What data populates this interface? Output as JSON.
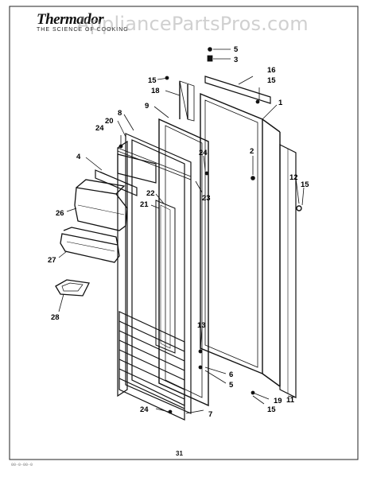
{
  "header": {
    "brand": "Thermador",
    "tagline": "THE SCIENCE OF COOKING",
    "watermark": "AppliancePartsPros.com"
  },
  "page_number": "31",
  "footer_code": "00-0-00-0",
  "callouts": [
    {
      "id": "5a",
      "text": "5"
    },
    {
      "id": "3",
      "text": "3"
    },
    {
      "id": "16",
      "text": "16"
    },
    {
      "id": "15a",
      "text": "15"
    },
    {
      "id": "15b",
      "text": "15"
    },
    {
      "id": "18",
      "text": "18"
    },
    {
      "id": "1",
      "text": "1"
    },
    {
      "id": "9",
      "text": "9"
    },
    {
      "id": "8",
      "text": "8"
    },
    {
      "id": "20",
      "text": "20"
    },
    {
      "id": "24a",
      "text": "24"
    },
    {
      "id": "2",
      "text": "2"
    },
    {
      "id": "24b",
      "text": "24"
    },
    {
      "id": "4",
      "text": "4"
    },
    {
      "id": "12",
      "text": "12"
    },
    {
      "id": "15c",
      "text": "15"
    },
    {
      "id": "23",
      "text": "23"
    },
    {
      "id": "22",
      "text": "22"
    },
    {
      "id": "21",
      "text": "21"
    },
    {
      "id": "26",
      "text": "26"
    },
    {
      "id": "27",
      "text": "27"
    },
    {
      "id": "28",
      "text": "28"
    },
    {
      "id": "13",
      "text": "13"
    },
    {
      "id": "6",
      "text": "6"
    },
    {
      "id": "5b",
      "text": "5"
    },
    {
      "id": "19",
      "text": "19"
    },
    {
      "id": "11",
      "text": "11"
    },
    {
      "id": "15d",
      "text": "15"
    },
    {
      "id": "24c",
      "text": "24"
    },
    {
      "id": "7",
      "text": "7"
    }
  ]
}
